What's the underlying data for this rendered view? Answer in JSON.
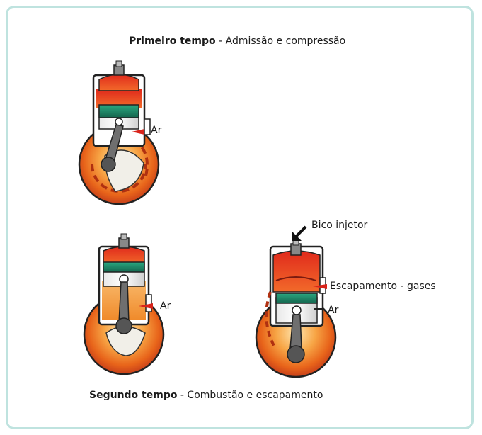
{
  "captions": {
    "first_bold": "Primeiro tempo",
    "first_rest": " - Admissão e compressão",
    "second_bold": "Segundo tempo",
    "second_rest": " - Combustão e escapamento"
  },
  "labels": {
    "ar_1": "Ar",
    "ar_2": "Ar",
    "ar_3": "Ar",
    "injector": "Bico injetor",
    "exhaust": "Escapamento - gases"
  },
  "colors": {
    "frame": "#bfe3df",
    "red": "#d8231a",
    "orange": "#f07a1a",
    "green": "#1f8a6a",
    "crank_gray": "#7a7a7a"
  }
}
